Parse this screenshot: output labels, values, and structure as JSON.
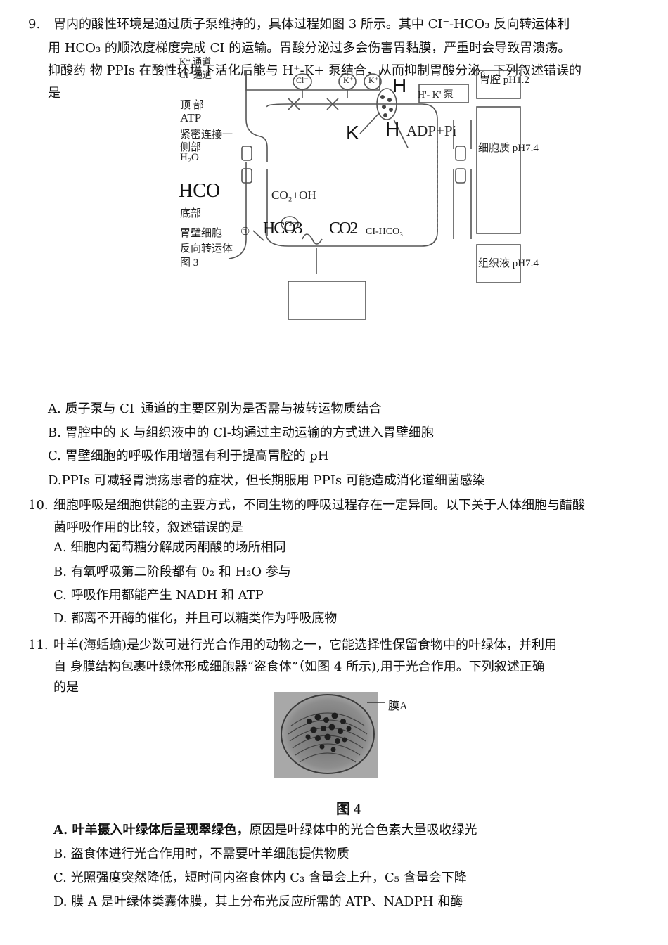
{
  "q9": {
    "number": "9.",
    "line1": "胃内的酸性环境是通过质子泵维持的，具体过程如图 3 所示。其中 CI⁻-HCO₃  反向转运体利",
    "line2": "用  HCO₃ 的顺浓度梯度完成 CI  的运输。胃酸分泌过多会伤害胃黏膜，严重时会导致胃溃疡。",
    "line3": "抑酸药  物 PPIs 在酸性环境下活化后能与 H⁺-K+ 泵结合，从而抑制胃酸分泌。下列叙述错误的",
    "line4": "是",
    "figure": {
      "k_channel": "K* 通道",
      "cl_channel": "CI⁻通道",
      "top": "顶  部",
      "atp": "ATP",
      "tight_junction": "紧密连接一",
      "lateral": "侧部",
      "h2o": "H₂O",
      "hco_big": "HCO",
      "bottom": "底部",
      "parietal_cell": "胃壁细胞",
      "circled_1": "①",
      "antiporter": "反向转运体",
      "fig_label": "图  3",
      "cl_circle1": "Cl⁻",
      "k_circle1": "K⁺",
      "k_circle2": "K⁺",
      "h_upper": "H",
      "pump": "H'- K' 泵",
      "k_big": "K",
      "h_mid": "H",
      "adp_pi": "ADP+Pi",
      "co2_oh": "CO₂+OH",
      "cl_circle2": "Cl⁻",
      "hco3_big": "HCO3",
      "co2_big": "CO2",
      "cl_hco3": "CI-HCO₃",
      "lumen": "胃腔  pH1.2",
      "cytoplasm": "细胞质  pH7.4",
      "tissue_fluid": "组织液  pH7.4"
    },
    "options": [
      "A.  质子泵与 CI⁻通道的主要区别为是否需与被转运物质结合",
      "B.  胃腔中的 K  与组织液中的 Cl-均通过主动运输的方式进入胃壁细胞",
      "C.  胃壁细胞的呼吸作用增强有利于提高胃腔的 pH",
      "D.PPIs   可减轻胃溃疡患者的症状，但长期服用 PPIs 可能造成消化道细菌感染"
    ]
  },
  "q10": {
    "number": "10.",
    "line1": "细胞呼吸是细胞供能的主要方式，不同生物的呼吸过程存在一定异同。以下关于人体细胞与醋酸",
    "line2": "菌呼吸作用的比较，叙述错误的是",
    "options": [
      "A.  细胞内葡萄糖分解成丙酮酸的场所相同",
      "B.  有氧呼吸第二阶段都有 0₂ 和  H₂O 参与",
      "C.  呼吸作用都能产生 NADH 和  ATP",
      "D.  都离不开酶的催化，并且可以糖类作为呼吸底物"
    ]
  },
  "q11": {
    "number": "11.",
    "line1": "叶羊(海蛞蝓)是少数可进行光合作用的动物之一，它能选择性保留食物中的叶绿体，并利用",
    "line2": "自  身膜结构包裹叶绿体形成细胞器“盗食体”（如图 4 所示),用于光合作用。下列叙述正确",
    "line3": "的是",
    "membrane_label": "膜A",
    "fig_label": "图 4",
    "optA_bold": "A.  叶羊摄入叶绿体后呈现翠绿色，",
    "optA_rest": "原因是叶绿体中的光合色素大量吸收绿光",
    "options": [
      "B.  盗食体进行光合作用时，不需要叶羊细胞提供物质",
      "C.  光照强度突然降低，短时间内盗食体内 C₃ 含量会上升，C₅ 含量会下降",
      "D.  膜  A 是叶绿体类囊体膜，其上分布光反应所需的 ATP、NADPH 和酶"
    ]
  }
}
